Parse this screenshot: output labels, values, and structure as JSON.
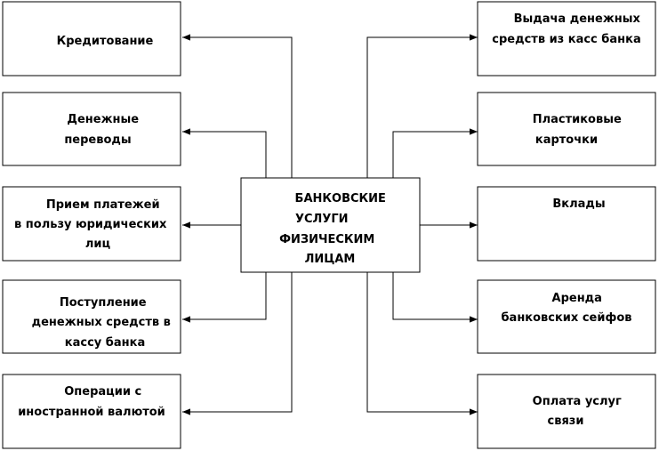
{
  "diagram": {
    "center": {
      "lines": [
        "БАНКОВСКИЕ",
        "УСЛУГИ",
        "ФИЗИЧЕСКИМ",
        "ЛИЦАМ"
      ]
    },
    "left": [
      {
        "lines": [
          "Кредитование"
        ]
      },
      {
        "lines": [
          "Денежные",
          "переводы"
        ]
      },
      {
        "lines": [
          "Прием платежей",
          "в пользу юридических",
          "лиц"
        ]
      },
      {
        "lines": [
          "Поступление",
          "денежных средств в",
          "кассу банка"
        ]
      },
      {
        "lines": [
          "Операции с",
          "иностранной валютой"
        ]
      }
    ],
    "right": [
      {
        "lines": [
          "Выдача денежных",
          "средств из касс банка"
        ]
      },
      {
        "lines": [
          "Пластиковые",
          "карточки"
        ]
      },
      {
        "lines": [
          "Вклады"
        ]
      },
      {
        "lines": [
          "Аренда",
          "банковских сейфов"
        ]
      },
      {
        "lines": [
          "Оплата услуг",
          "связи"
        ]
      }
    ]
  }
}
